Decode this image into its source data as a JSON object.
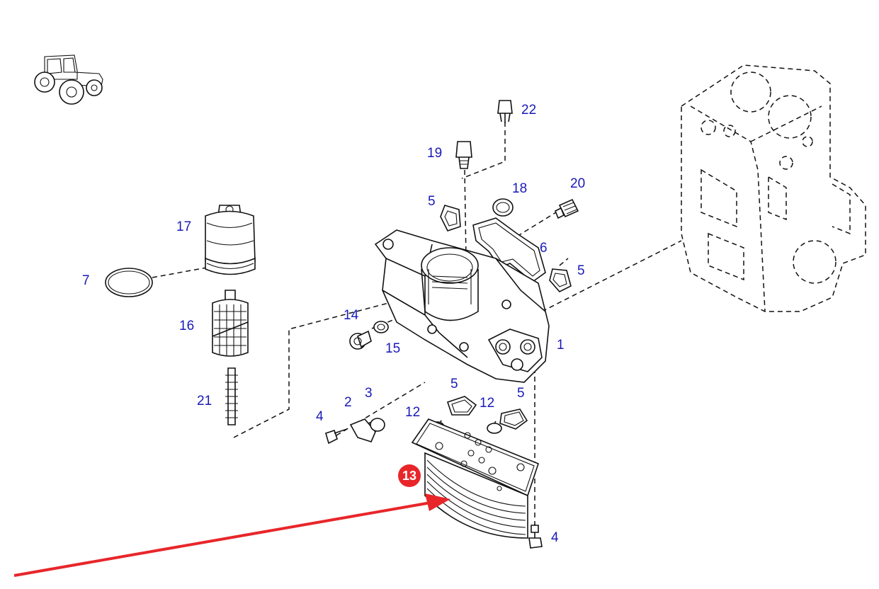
{
  "colors": {
    "label": "#1a1ab8",
    "highlight": "#e8262a",
    "arrow": "#e8262a",
    "line": "#111111"
  },
  "icons": [
    "tractor-icon"
  ],
  "callouts": {
    "c22": "22",
    "c19": "19",
    "c18": "18",
    "c20": "20",
    "c5a": "5",
    "c6": "6",
    "c5b": "5",
    "c17": "17",
    "c7": "7",
    "c16": "16",
    "c14": "14",
    "c15": "15",
    "c1": "1",
    "c21": "21",
    "c3": "3",
    "c2": "2",
    "c4a": "4",
    "c5c": "5",
    "c5d": "5",
    "c12a": "12",
    "c12b": "12",
    "c4b": "4"
  },
  "highlighted_part": "13"
}
